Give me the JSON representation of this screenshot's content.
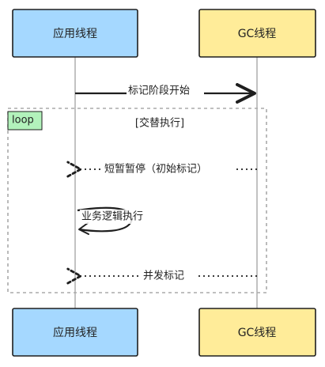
{
  "participants": {
    "app_thread": "应用线程",
    "gc_thread": "GC线程"
  },
  "messages": {
    "start_marking": "标记阶段开始",
    "short_pause": "短暂暂停（初始标记）",
    "business_logic": "业务逻辑执行",
    "concurrent_marking": "并发标记"
  },
  "loop": {
    "label": "loop",
    "condition": "[交替执行]"
  },
  "colors": {
    "app_fill": "#a5d8ff",
    "gc_fill": "#ffec99",
    "loop_label_fill": "#b2f2bb",
    "stroke": "#1e1e1e",
    "loop_border": "#aaaaaa",
    "lifeline": "#999999"
  }
}
